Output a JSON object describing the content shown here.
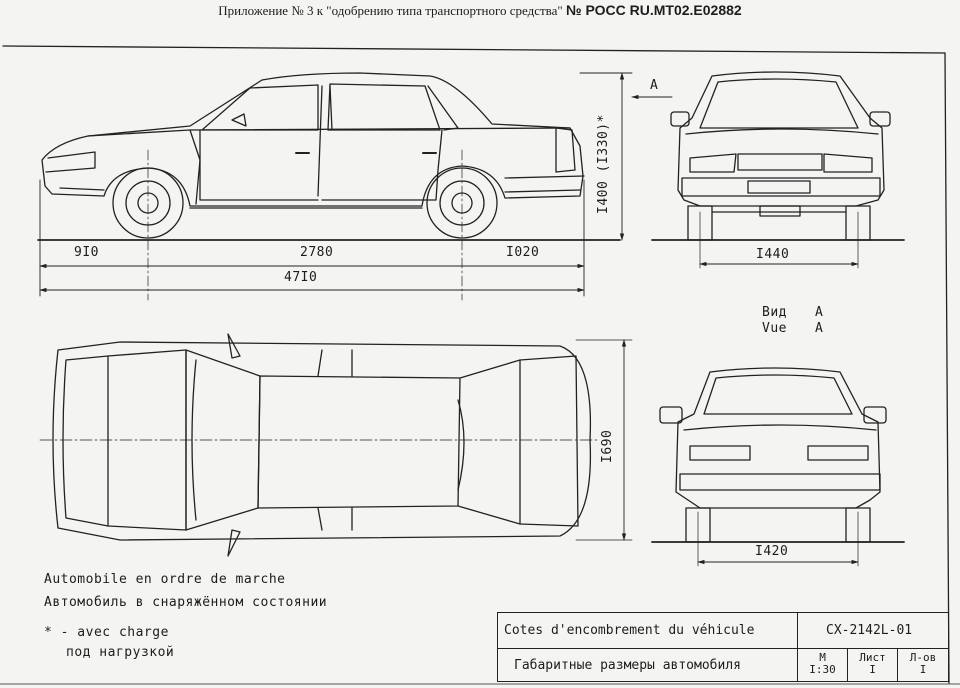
{
  "header": {
    "prefix": "Приложение № 3 к \"одобрению типа транспортного средства\" ",
    "cert": "№ РОСС RU.МТ02.Е02882"
  },
  "dimensions": {
    "front_overhang": "9I0",
    "wheelbase": "2780",
    "rear_overhang": "I020",
    "length": "47I0",
    "height": "I400 (I330)*",
    "track_front": "I440",
    "track_rear": "I420",
    "width": "I690"
  },
  "view_marker": {
    "arrow_label": "A",
    "ru_label": "Вид",
    "fr_label": "Vue",
    "ru_value": "A",
    "fr_value": "A"
  },
  "notes": {
    "fr_state": "Automobile en ordre de marche",
    "ru_state": "Автомобиль в снаряжённом состоянии",
    "fr_load": "* - avec charge",
    "ru_load": "под нагрузкой"
  },
  "title_block": {
    "title_fr": "Cotes d'encombrement du véhicule",
    "title_ru": "Габаритные размеры автомобиля",
    "doc_code": "СХ-2142L-01",
    "scale_label": "М",
    "scale_value": "I:30",
    "sheet_label": "Лист",
    "sheet_value": "I",
    "sheets_label": "Л-ов",
    "sheets_value": "I"
  }
}
